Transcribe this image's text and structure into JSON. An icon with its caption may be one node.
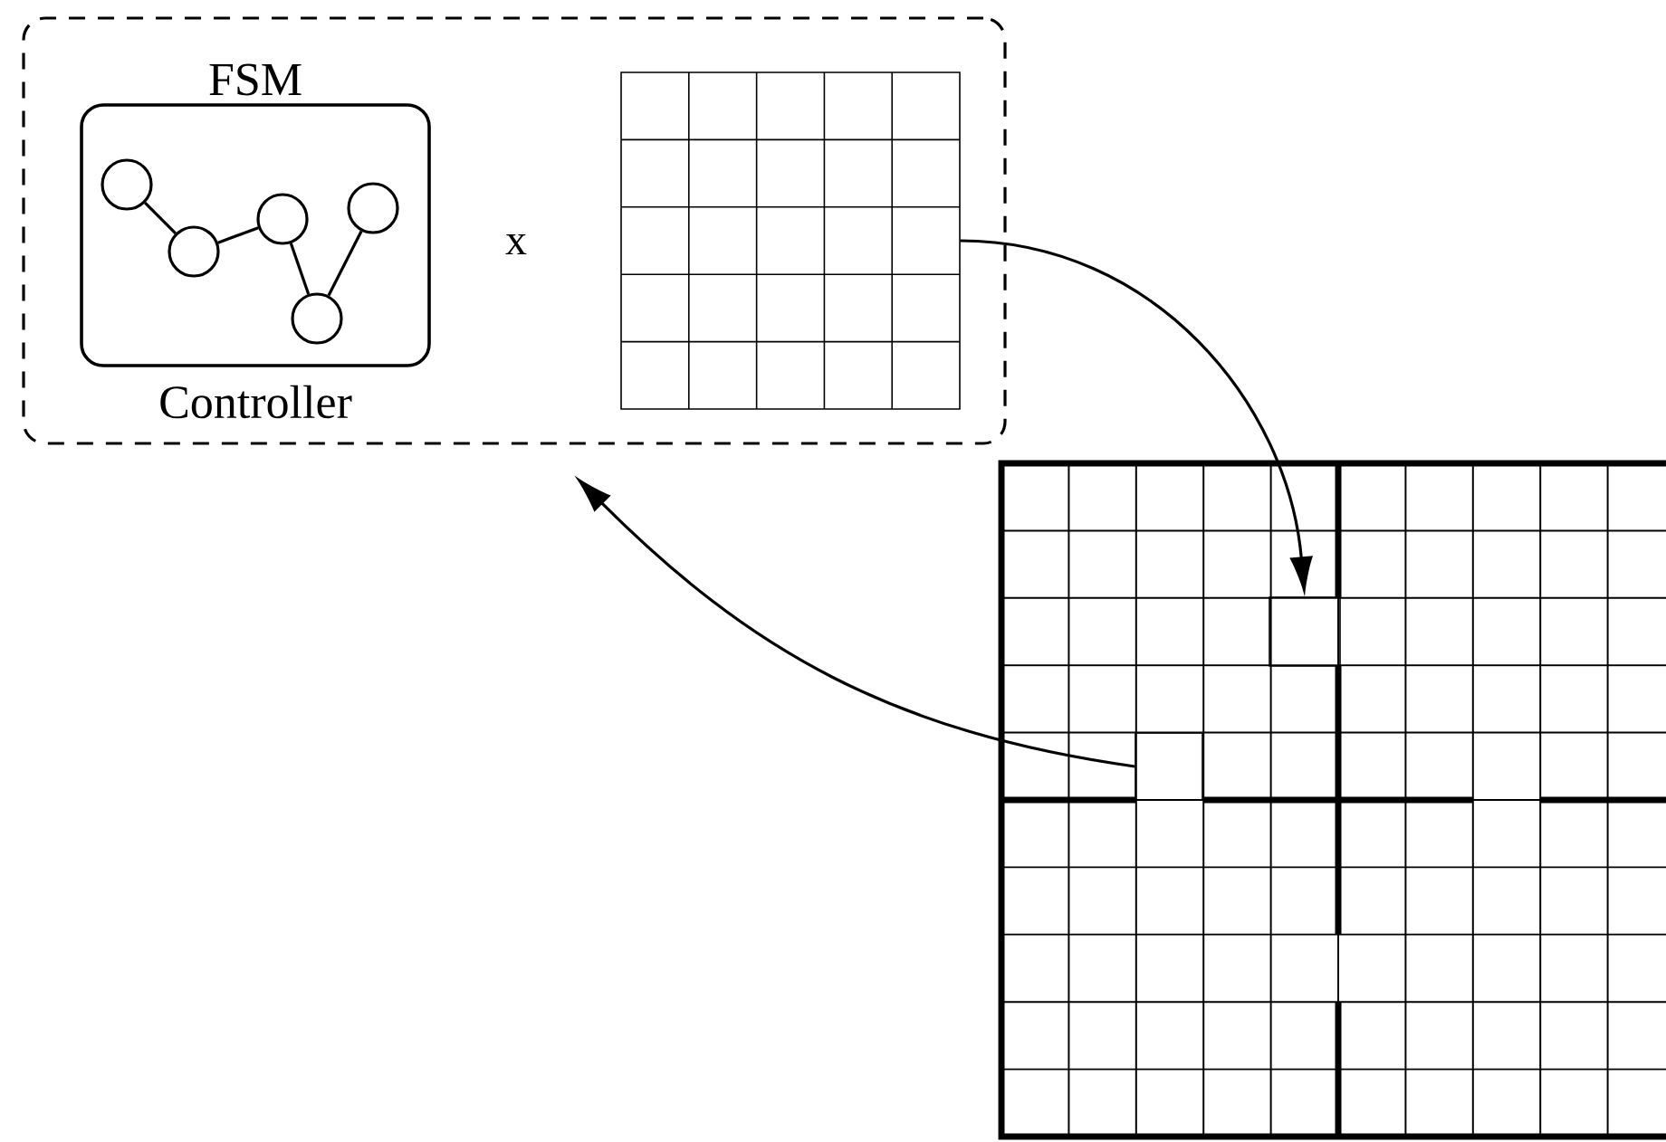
{
  "diagram": {
    "nodes": [
      {
        "text": [],
        "shape": "box"
      },
      {
        "text": [
          "FSM",
          "Controller"
        ],
        "in": 0
      },
      {
        "text": [],
        "shape": "circle",
        "in": 1
      },
      {
        "text": [],
        "shape": "circle",
        "in": 1
      },
      {
        "text": [],
        "shape": "circle",
        "in": 1
      },
      {
        "text": [],
        "shape": "circle",
        "in": 1
      },
      {
        "text": [],
        "shape": "circle",
        "in": 1
      },
      {
        "text": [],
        "shape": "grid",
        "in": 0
      },
      {
        "text": [],
        "shape": "grid"
      },
      {
        "text": [],
        "shape": "box",
        "in": 8
      },
      {
        "text": [],
        "shape": "box",
        "in": 8
      }
    ],
    "edges": [
      {
        "from": 2,
        "to": 3,
        "arrow": "none"
      },
      {
        "from": 3,
        "to": 4,
        "arrow": "none"
      },
      {
        "from": 4,
        "to": 6,
        "arrow": "none"
      },
      {
        "from": 6,
        "to": 5,
        "arrow": "none"
      },
      {
        "from": 7,
        "to": 9,
        "arrow": "to"
      },
      {
        "from": 10,
        "to": 0,
        "arrow": "to"
      }
    ],
    "labels": [
      "x"
    ]
  }
}
